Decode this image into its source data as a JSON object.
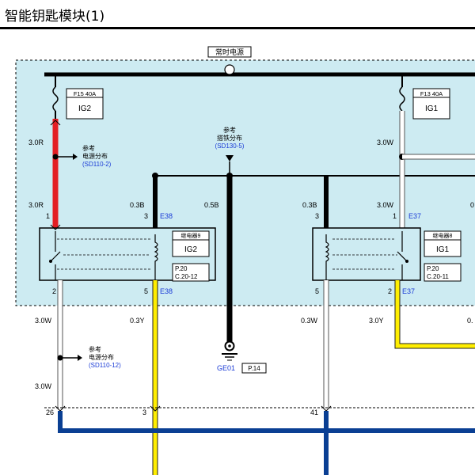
{
  "title": "智能钥匙模块(1)",
  "power_label": "常时电源",
  "colors": {
    "panel_fill": "#cdebf2",
    "wire_red": "#e31e24",
    "wire_yellow": "#ffee00",
    "wire_black": "#000000",
    "wire_white": "#ffffff",
    "wire_blue": "#0a3f93",
    "link_blue": "#1a3bd6"
  },
  "fuses": {
    "left": {
      "rating": "F15 40A",
      "name": "IG2"
    },
    "right": {
      "rating": "F13 40A",
      "name": "IG1"
    }
  },
  "references": {
    "power_left": {
      "line1": "参考",
      "line2": "电源分布",
      "code": "(SD110-2)"
    },
    "ground_center": {
      "line1": "参考",
      "line2": "搭铁分布",
      "code": "(SD130-5)"
    },
    "power_lower": {
      "line1": "参考",
      "line2": "电源分布",
      "code": "(SD110-12)"
    }
  },
  "relays": {
    "left": {
      "label": "继电器9",
      "name": "IG2",
      "page": "P.20",
      "conn": "C.20-12"
    },
    "right": {
      "label": "继电器8",
      "name": "IG1",
      "page": "P.20",
      "conn": "C.20-11"
    }
  },
  "wire_labels": {
    "w_3_0R_top": "3.0R",
    "w_3_0R_bot": "3.0R",
    "w_0_3B_left": "0.3B",
    "w_0_5B": "0.5B",
    "w_0_3B_right": "0.3B",
    "w_3_0W_right_top": "3.0W",
    "w_3_0W_right_mid": "3.0W",
    "w_partial_top": "0",
    "w_3_0W_below_left": "3.0W",
    "w_0_3Y_left": "0.3Y",
    "w_0_3W_right": "0.3W",
    "w_3_0Y_right": "3.0Y",
    "w_partial_below": "0.",
    "w_3_0W_lower": "3.0W"
  },
  "pins": {
    "p1_left": "1",
    "p3_left": "3",
    "p2_left": "2",
    "p5_left": "5",
    "p3_right": "3",
    "p1_right": "1",
    "p5_right": "5",
    "p2_right": "2",
    "p26": "26",
    "p3_bottom": "3",
    "p41": "41"
  },
  "connectors": {
    "e38_top": "E38",
    "e38_bot": "E38",
    "e37_top": "E37",
    "e37_bot": "E37"
  },
  "ground": {
    "name": "GE01",
    "page": "P.14"
  }
}
